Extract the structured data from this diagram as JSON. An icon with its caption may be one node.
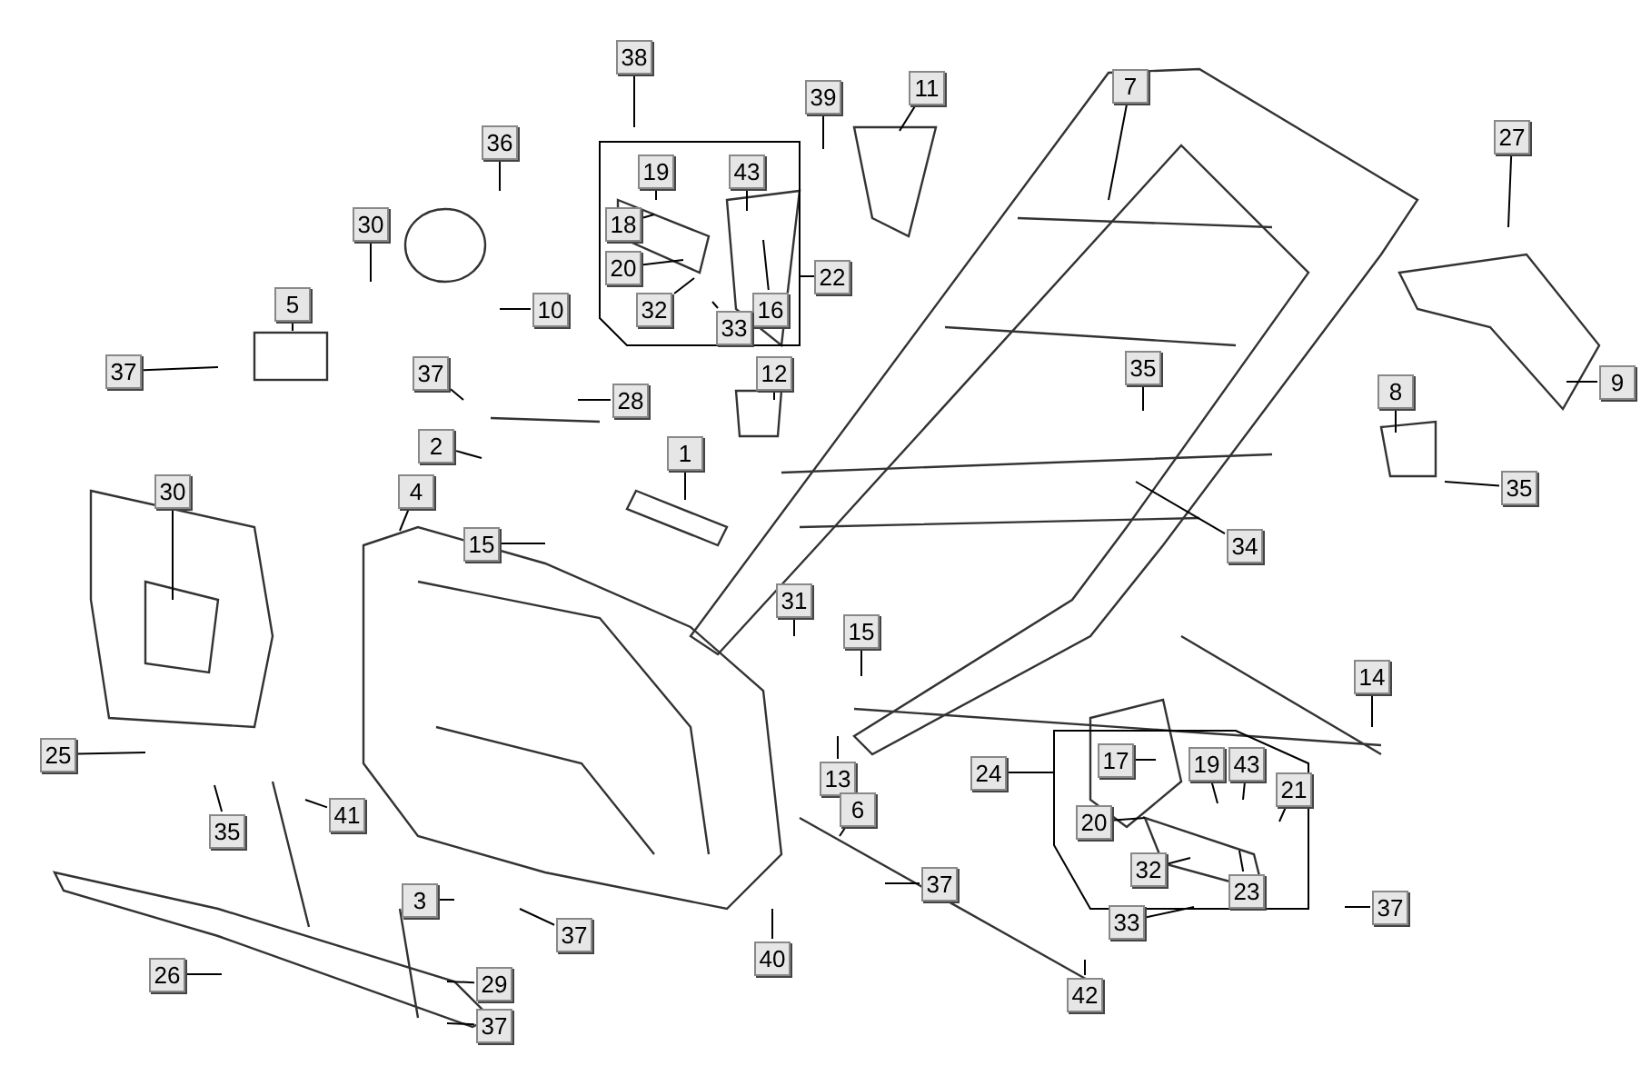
{
  "diagram": {
    "nodes": [
      {
        "text": [
          "38"
        ]
      },
      {
        "text": [
          "11"
        ]
      },
      {
        "text": [
          "7"
        ]
      },
      {
        "text": [
          "39"
        ]
      },
      {
        "text": [
          "27"
        ]
      },
      {
        "text": [
          "36"
        ]
      },
      {
        "text": [
          "19"
        ]
      },
      {
        "text": [
          "43"
        ]
      },
      {
        "text": [
          "30"
        ]
      },
      {
        "text": [
          "18"
        ]
      },
      {
        "text": [
          "20"
        ]
      },
      {
        "text": [
          "22"
        ]
      },
      {
        "text": [
          "5"
        ]
      },
      {
        "text": [
          "32"
        ]
      },
      {
        "text": [
          "10"
        ]
      },
      {
        "text": [
          "16"
        ]
      },
      {
        "text": [
          "33"
        ]
      },
      {
        "text": [
          "35"
        ]
      },
      {
        "text": [
          "37"
        ]
      },
      {
        "text": [
          "37"
        ]
      },
      {
        "text": [
          "12"
        ]
      },
      {
        "text": [
          "9"
        ]
      },
      {
        "text": [
          "8"
        ]
      },
      {
        "text": [
          "28"
        ]
      },
      {
        "text": [
          "2"
        ]
      },
      {
        "text": [
          "1"
        ]
      },
      {
        "text": [
          "35"
        ]
      },
      {
        "text": [
          "30"
        ]
      },
      {
        "text": [
          "4"
        ]
      },
      {
        "text": [
          "15"
        ]
      },
      {
        "text": [
          "34"
        ]
      },
      {
        "text": [
          "31"
        ]
      },
      {
        "text": [
          "15"
        ]
      },
      {
        "text": [
          "14"
        ]
      },
      {
        "text": [
          "25"
        ]
      },
      {
        "text": [
          "19"
        ]
      },
      {
        "text": [
          "43"
        ]
      },
      {
        "text": [
          "17"
        ]
      },
      {
        "text": [
          "24"
        ]
      },
      {
        "text": [
          "13"
        ]
      },
      {
        "text": [
          "21"
        ]
      },
      {
        "text": [
          "6"
        ]
      },
      {
        "text": [
          "41"
        ]
      },
      {
        "text": [
          "35"
        ]
      },
      {
        "text": [
          "20"
        ]
      },
      {
        "text": [
          "32"
        ]
      },
      {
        "text": [
          "23"
        ]
      },
      {
        "text": [
          "37"
        ]
      },
      {
        "text": [
          "3"
        ]
      },
      {
        "text": [
          "33"
        ]
      },
      {
        "text": [
          "37"
        ]
      },
      {
        "text": [
          "37"
        ]
      },
      {
        "text": [
          "40"
        ]
      },
      {
        "text": [
          "29"
        ]
      },
      {
        "text": [
          "26"
        ]
      },
      {
        "text": [
          "42"
        ]
      },
      {
        "text": [
          "37"
        ]
      }
    ],
    "edges": [
      {
        "from": 0,
        "to": null,
        "arrow": "none"
      },
      {
        "from": 1,
        "to": null,
        "arrow": "none"
      },
      {
        "from": 2,
        "to": null,
        "arrow": "none"
      },
      {
        "from": 3,
        "to": null,
        "arrow": "none"
      },
      {
        "from": 4,
        "to": null,
        "arrow": "none"
      },
      {
        "from": 5,
        "to": null,
        "arrow": "none"
      },
      {
        "from": 6,
        "to": null,
        "arrow": "none"
      },
      {
        "from": 7,
        "to": null,
        "arrow": "none"
      },
      {
        "from": 8,
        "to": null,
        "arrow": "none"
      },
      {
        "from": 9,
        "to": null,
        "arrow": "none"
      },
      {
        "from": 10,
        "to": null,
        "arrow": "none"
      },
      {
        "from": 11,
        "to": null,
        "arrow": "none"
      },
      {
        "from": 12,
        "to": null,
        "arrow": "none"
      },
      {
        "from": 13,
        "to": null,
        "arrow": "none"
      },
      {
        "from": 14,
        "to": null,
        "arrow": "none"
      },
      {
        "from": 15,
        "to": null,
        "arrow": "none"
      },
      {
        "from": 16,
        "to": null,
        "arrow": "none"
      },
      {
        "from": 17,
        "to": null,
        "arrow": "none"
      },
      {
        "from": 18,
        "to": null,
        "arrow": "none"
      },
      {
        "from": 19,
        "to": null,
        "arrow": "none"
      },
      {
        "from": 20,
        "to": null,
        "arrow": "none"
      },
      {
        "from": 21,
        "to": null,
        "arrow": "none"
      },
      {
        "from": 22,
        "to": null,
        "arrow": "none"
      },
      {
        "from": 23,
        "to": null,
        "arrow": "none"
      },
      {
        "from": 24,
        "to": null,
        "arrow": "none"
      },
      {
        "from": 25,
        "to": null,
        "arrow": "none"
      },
      {
        "from": 26,
        "to": null,
        "arrow": "none"
      },
      {
        "from": 27,
        "to": null,
        "arrow": "none"
      },
      {
        "from": 28,
        "to": null,
        "arrow": "none"
      },
      {
        "from": 29,
        "to": null,
        "arrow": "none"
      },
      {
        "from": 30,
        "to": null,
        "arrow": "none"
      },
      {
        "from": 31,
        "to": null,
        "arrow": "none"
      },
      {
        "from": 32,
        "to": null,
        "arrow": "none"
      },
      {
        "from": 33,
        "to": null,
        "arrow": "none"
      },
      {
        "from": 34,
        "to": null,
        "arrow": "none"
      },
      {
        "from": 35,
        "to": null,
        "arrow": "none"
      },
      {
        "from": 36,
        "to": null,
        "arrow": "none"
      },
      {
        "from": 37,
        "to": null,
        "arrow": "none"
      },
      {
        "from": 38,
        "to": null,
        "arrow": "none"
      },
      {
        "from": 39,
        "to": null,
        "arrow": "none"
      },
      {
        "from": 40,
        "to": null,
        "arrow": "none"
      },
      {
        "from": 41,
        "to": null,
        "arrow": "none"
      },
      {
        "from": 42,
        "to": null,
        "arrow": "none"
      },
      {
        "from": 43,
        "to": null,
        "arrow": "none"
      },
      {
        "from": 44,
        "to": null,
        "arrow": "none"
      },
      {
        "from": 45,
        "to": null,
        "arrow": "none"
      },
      {
        "from": 46,
        "to": null,
        "arrow": "none"
      },
      {
        "from": 47,
        "to": null,
        "arrow": "none"
      },
      {
        "from": 48,
        "to": null,
        "arrow": "none"
      },
      {
        "from": 49,
        "to": null,
        "arrow": "none"
      },
      {
        "from": 50,
        "to": null,
        "arrow": "none"
      },
      {
        "from": 51,
        "to": null,
        "arrow": "none"
      },
      {
        "from": 52,
        "to": null,
        "arrow": "none"
      },
      {
        "from": 53,
        "to": null,
        "arrow": "none"
      },
      {
        "from": 54,
        "to": null,
        "arrow": "none"
      },
      {
        "from": 55,
        "to": null,
        "arrow": "none"
      },
      {
        "from": 56,
        "to": null,
        "arrow": "none"
      }
    ]
  }
}
